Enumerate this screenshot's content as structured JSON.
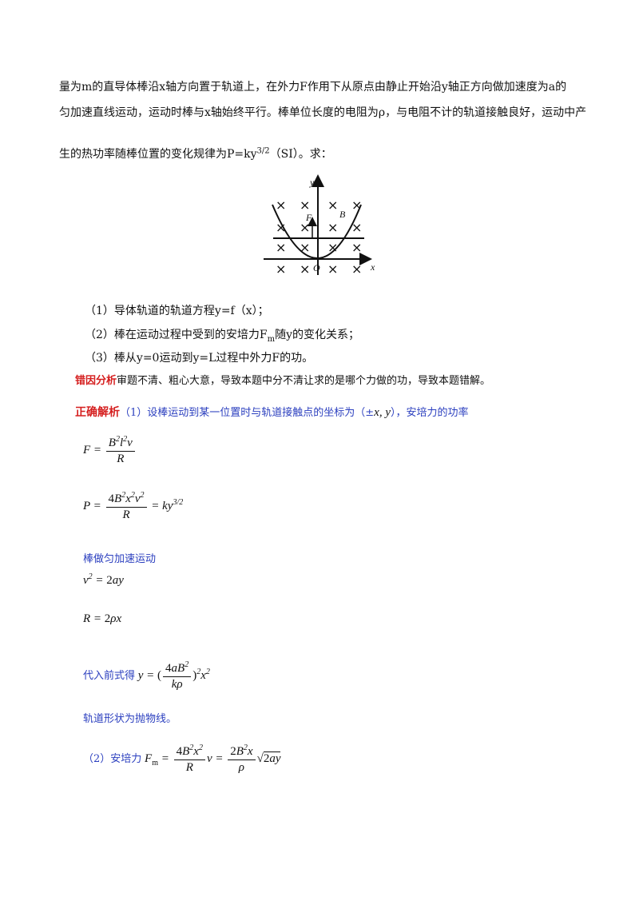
{
  "problem": {
    "line1": "量为m的直导体棒沿x轴方向置于轨道上，在外力F作用下从原点由静止开始沿y轴正方向做加速度为a的",
    "line2": "匀加速直线运动，运动时棒与x轴始终平行。棒单位长度的电阻为ρ，与电阻不计的轨道接触良好，运动中产",
    "line3": "生的热功率随棒位置的变化规律为P=ky",
    "line3_exp": "3/2",
    "line3_tail": "（SI）。求："
  },
  "figure": {
    "y_axis": "y",
    "x_axis": "x",
    "origin": "O",
    "force": "F",
    "field": "B",
    "mark": "×"
  },
  "questions": [
    "（1）导体轨道的轨道方程y=f（x）；",
    "（2）棒在运动过程中受到的安培力F",
    "随y的变化关系；",
    "（3）棒从y=0运动到y=L过程中外力F的功。"
  ],
  "q2_sub": "m",
  "error": {
    "label": "错因分析",
    "text": "审题不清、粗心大意，导致本题中分不清让求的是哪个力做的功，导致本题错解。"
  },
  "solution": {
    "label": "正确解析",
    "intro": "（1）设棒运动到某一位置时与轨道接触点的坐标为（±",
    "intro_xy": "x, y",
    "intro_tail": "），安培力的功率",
    "uniform": "棒做匀加速运动",
    "substitute": "代入前式得",
    "shape": "轨道形状为抛物线。",
    "q2": "（2）安培力"
  }
}
